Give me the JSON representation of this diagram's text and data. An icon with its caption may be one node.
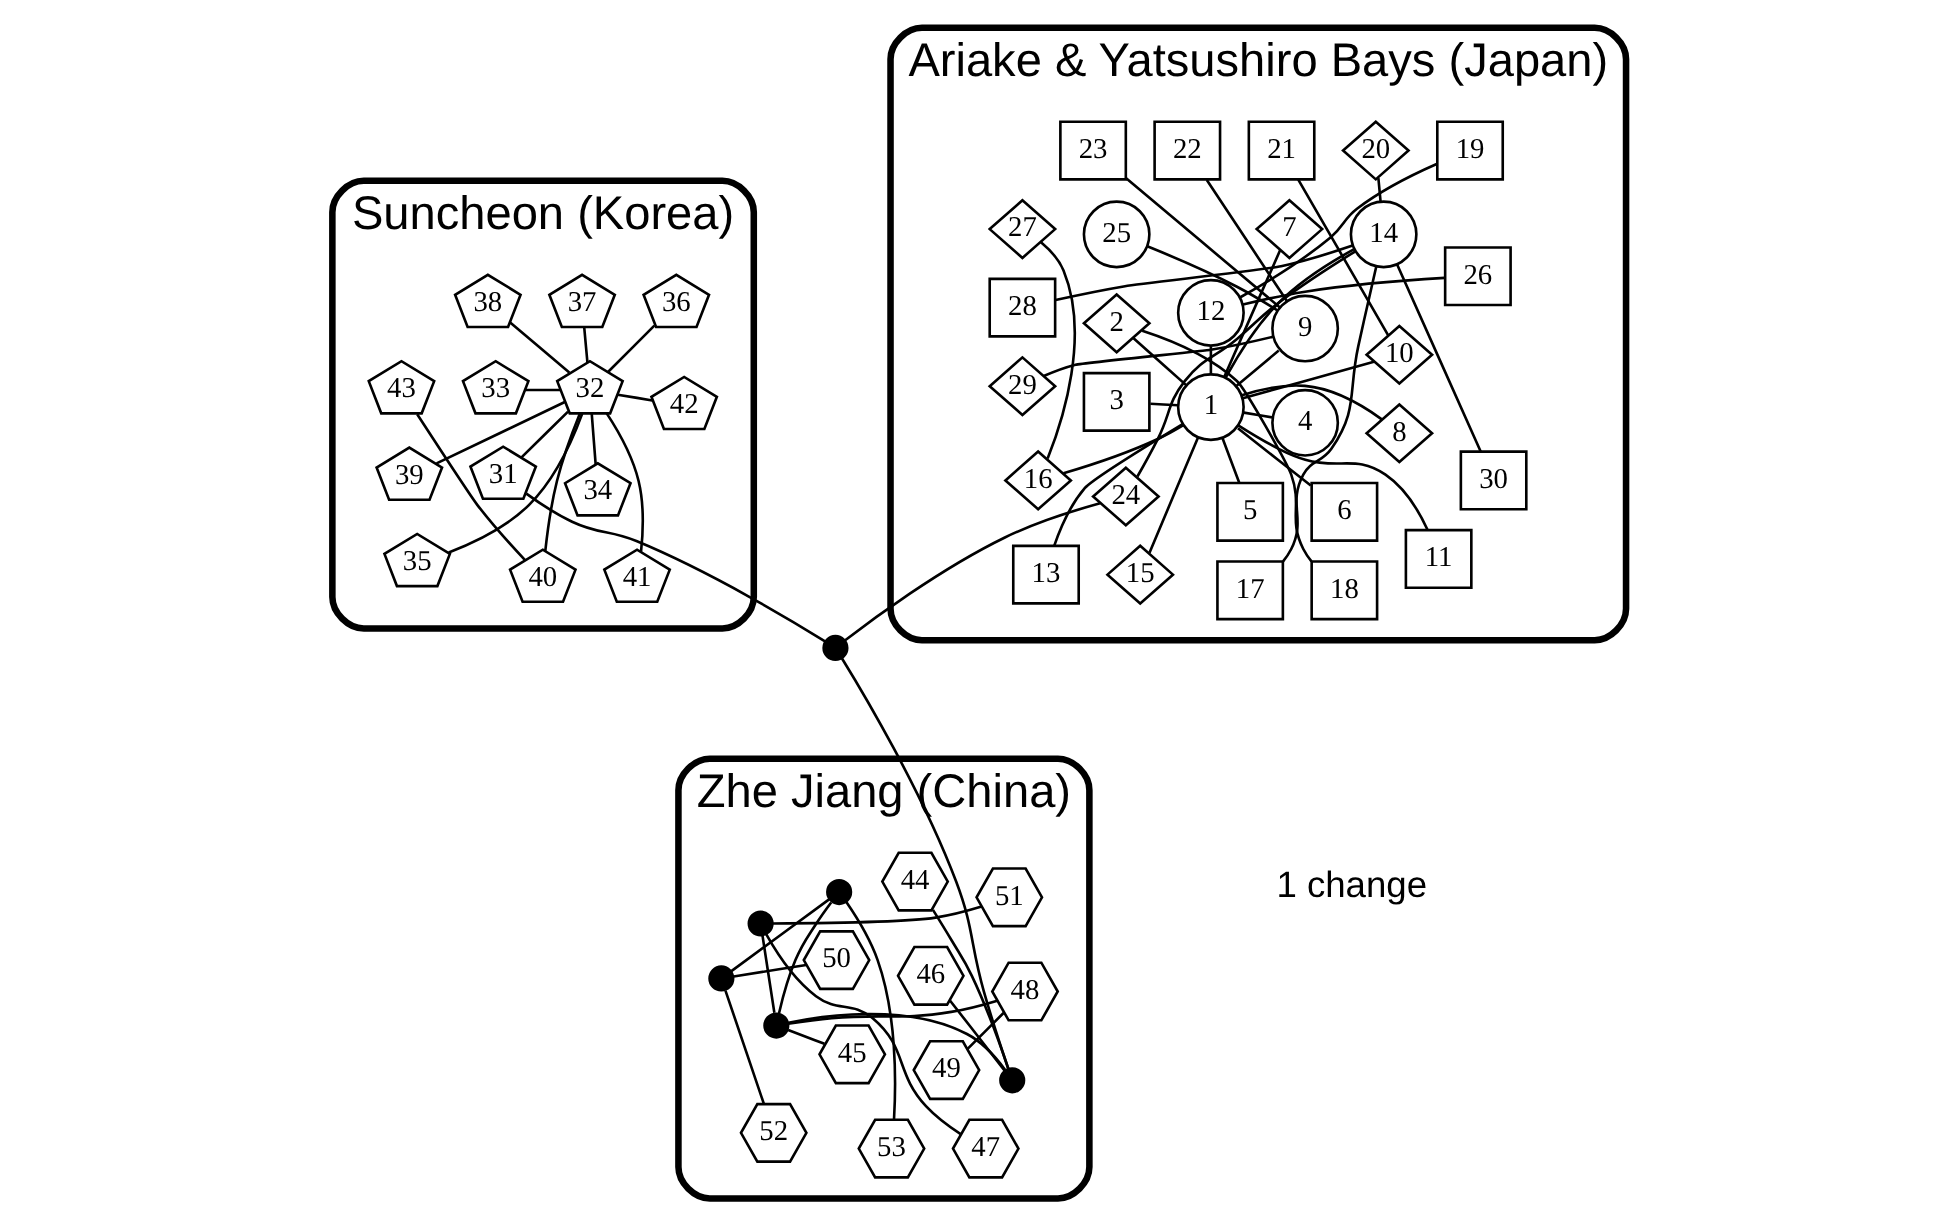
{
  "diagram": {
    "nodes": [
      {
        "text": [
          "Suncheon (Korea)"
        ]
      },
      {
        "text": [
          "31"
        ],
        "in": 0
      },
      {
        "text": [
          "32"
        ],
        "in": 0
      },
      {
        "text": [
          "33"
        ],
        "in": 0
      },
      {
        "text": [
          "34"
        ],
        "in": 0
      },
      {
        "text": [
          "35"
        ],
        "in": 0
      },
      {
        "text": [
          "36"
        ],
        "in": 0
      },
      {
        "text": [
          "37"
        ],
        "in": 0
      },
      {
        "text": [
          "38"
        ],
        "in": 0
      },
      {
        "text": [
          "39"
        ],
        "in": 0
      },
      {
        "text": [
          "40"
        ],
        "in": 0
      },
      {
        "text": [
          "41"
        ],
        "in": 0
      },
      {
        "text": [
          "42"
        ],
        "in": 0
      },
      {
        "text": [
          "43"
        ],
        "in": 0
      },
      {
        "text": [],
        "shape": "circle"
      },
      {
        "text": [
          "Ariake & Yatsushiro Bays (Japan)"
        ]
      },
      {
        "text": [
          "1"
        ],
        "in": 15
      },
      {
        "text": [
          "2"
        ],
        "in": 15
      },
      {
        "text": [
          "3"
        ],
        "in": 15
      },
      {
        "text": [
          "4"
        ],
        "in": 15
      },
      {
        "text": [
          "5"
        ],
        "in": 15
      },
      {
        "text": [
          "6"
        ],
        "in": 15
      },
      {
        "text": [
          "7"
        ],
        "in": 15
      },
      {
        "text": [
          "8"
        ],
        "in": 15
      },
      {
        "text": [
          "9"
        ],
        "in": 15
      },
      {
        "text": [
          "10"
        ],
        "in": 15
      },
      {
        "text": [
          "11"
        ],
        "in": 15
      },
      {
        "text": [
          "12"
        ],
        "in": 15
      },
      {
        "text": [
          "13"
        ],
        "in": 15
      },
      {
        "text": [
          "14"
        ],
        "in": 15
      },
      {
        "text": [
          "15"
        ],
        "in": 15
      },
      {
        "text": [
          "16"
        ],
        "in": 15
      },
      {
        "text": [
          "17"
        ],
        "in": 15
      },
      {
        "text": [
          "18"
        ],
        "in": 15
      },
      {
        "text": [
          "19"
        ],
        "in": 15
      },
      {
        "text": [
          "20"
        ],
        "in": 15
      },
      {
        "text": [
          "21"
        ],
        "in": 15
      },
      {
        "text": [
          "22"
        ],
        "in": 15
      },
      {
        "text": [
          "23"
        ],
        "in": 15
      },
      {
        "text": [
          "24"
        ],
        "in": 15
      },
      {
        "text": [
          "25"
        ],
        "in": 15
      },
      {
        "text": [
          "26"
        ],
        "in": 15
      },
      {
        "text": [
          "27"
        ],
        "in": 15
      },
      {
        "text": [
          "28"
        ],
        "in": 15
      },
      {
        "text": [
          "29"
        ],
        "in": 15
      },
      {
        "text": [
          "30"
        ],
        "in": 15
      },
      {
        "text": [
          "Zhe Jiang (China)"
        ]
      },
      {
        "text": [
          "44"
        ],
        "in": 46
      },
      {
        "text": [
          "45"
        ],
        "in": 46
      },
      {
        "text": [
          "46"
        ],
        "in": 46
      },
      {
        "text": [
          "47"
        ],
        "in": 46
      },
      {
        "text": [
          "48"
        ],
        "in": 46
      },
      {
        "text": [
          "49"
        ],
        "in": 46
      },
      {
        "text": [
          "50"
        ],
        "in": 46
      },
      {
        "text": [
          "51"
        ],
        "in": 46
      },
      {
        "text": [
          "52"
        ],
        "in": 46
      },
      {
        "text": [
          "53"
        ],
        "in": 46
      },
      {
        "text": [],
        "shape": "circle",
        "in": 46
      },
      {
        "text": [],
        "shape": "circle",
        "in": 46
      },
      {
        "text": [],
        "shape": "circle",
        "in": 46
      },
      {
        "text": [],
        "shape": "circle",
        "in": 46
      },
      {
        "text": [],
        "shape": "circle",
        "in": 46
      }
    ],
    "edges": [
      {
        "from": 2,
        "to": 3,
        "arrow": "none"
      },
      {
        "from": 2,
        "to": 4,
        "arrow": "none"
      },
      {
        "from": 2,
        "to": 5,
        "arrow": "none"
      },
      {
        "from": 2,
        "to": 6,
        "arrow": "none"
      },
      {
        "from": 2,
        "to": 7,
        "arrow": "none"
      },
      {
        "from": 2,
        "to": 8,
        "arrow": "none"
      },
      {
        "from": 2,
        "to": 9,
        "arrow": "none"
      },
      {
        "from": 2,
        "to": 11,
        "arrow": "none"
      },
      {
        "from": 2,
        "to": 10,
        "arrow": "none"
      },
      {
        "from": 2,
        "to": 12,
        "arrow": "none"
      },
      {
        "from": 2,
        "to": 1,
        "arrow": "none"
      },
      {
        "from": 10,
        "to": 13,
        "arrow": "none"
      },
      {
        "from": 1,
        "to": 14,
        "arrow": "none"
      },
      {
        "from": 14,
        "to": 39,
        "arrow": "none"
      },
      {
        "from": 14,
        "to": 59,
        "arrow": "none"
      },
      {
        "from": 39,
        "to": 29,
        "arrow": "none"
      },
      {
        "from": 29,
        "to": 16,
        "arrow": "none"
      },
      {
        "from": 29,
        "to": 45,
        "arrow": "none"
      },
      {
        "from": 29,
        "to": 43,
        "arrow": "none"
      },
      {
        "from": 29,
        "to": 35,
        "arrow": "none"
      },
      {
        "from": 29,
        "to": 32,
        "arrow": "none"
      },
      {
        "from": 16,
        "to": 31,
        "arrow": "none"
      },
      {
        "from": 16,
        "to": 25,
        "arrow": "none"
      },
      {
        "from": 16,
        "to": 17,
        "arrow": "none"
      },
      {
        "from": 16,
        "to": 27,
        "arrow": "none"
      },
      {
        "from": 16,
        "to": 24,
        "arrow": "none"
      },
      {
        "from": 16,
        "to": 30,
        "arrow": "none"
      },
      {
        "from": 16,
        "to": 28,
        "arrow": "none"
      },
      {
        "from": 16,
        "to": 26,
        "arrow": "none"
      },
      {
        "from": 16,
        "to": 23,
        "arrow": "none"
      },
      {
        "from": 16,
        "to": 22,
        "arrow": "none"
      },
      {
        "from": 16,
        "to": 21,
        "arrow": "none"
      },
      {
        "from": 16,
        "to": 20,
        "arrow": "none"
      },
      {
        "from": 16,
        "to": 19,
        "arrow": "none"
      },
      {
        "from": 16,
        "to": 18,
        "arrow": "none"
      },
      {
        "from": 25,
        "to": 36,
        "arrow": "none"
      },
      {
        "from": 17,
        "to": 33,
        "arrow": "none"
      },
      {
        "from": 27,
        "to": 41,
        "arrow": "none"
      },
      {
        "from": 27,
        "to": 34,
        "arrow": "none"
      },
      {
        "from": 24,
        "to": 44,
        "arrow": "none"
      },
      {
        "from": 24,
        "to": 40,
        "arrow": "none"
      },
      {
        "from": 24,
        "to": 38,
        "arrow": "none"
      },
      {
        "from": 24,
        "to": 37,
        "arrow": "none"
      },
      {
        "from": 31,
        "to": 42,
        "arrow": "none"
      },
      {
        "from": 57,
        "to": 50,
        "arrow": "none"
      },
      {
        "from": 57,
        "to": 54,
        "arrow": "none"
      },
      {
        "from": 57,
        "to": 58,
        "arrow": "none"
      },
      {
        "from": 58,
        "to": 51,
        "arrow": "none"
      },
      {
        "from": 58,
        "to": 48,
        "arrow": "none"
      },
      {
        "from": 58,
        "to": 59,
        "arrow": "none"
      },
      {
        "from": 58,
        "to": 60,
        "arrow": "none"
      },
      {
        "from": 51,
        "to": 52,
        "arrow": "none"
      },
      {
        "from": 59,
        "to": 47,
        "arrow": "none"
      },
      {
        "from": 59,
        "to": 49,
        "arrow": "none"
      },
      {
        "from": 60,
        "to": 56,
        "arrow": "none"
      },
      {
        "from": 60,
        "to": 61,
        "arrow": "none"
      },
      {
        "from": 61,
        "to": 53,
        "arrow": "none"
      },
      {
        "from": 61,
        "to": 55,
        "arrow": "none"
      }
    ],
    "legend": [
      {
        "text": "1 change"
      }
    ]
  }
}
